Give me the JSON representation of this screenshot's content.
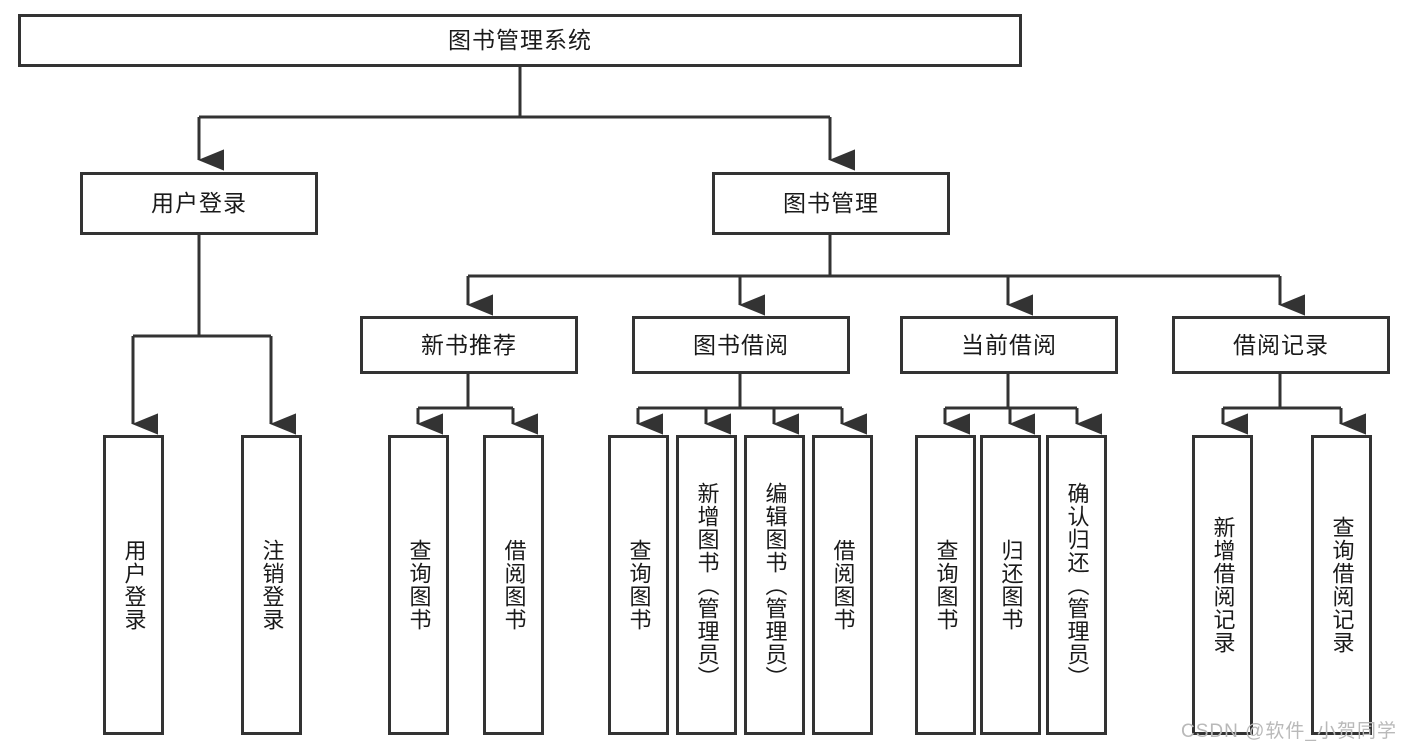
{
  "diagram": {
    "title": "图书管理系统",
    "type": "tree",
    "stroke_color": "#333333",
    "fill_color": "#ffffff",
    "text_color": "#1a1a1a"
  },
  "root": {
    "label": "图书管理系统"
  },
  "level2": [
    {
      "label": "用户登录"
    },
    {
      "label": "图书管理"
    }
  ],
  "level3": [
    {
      "label": "新书推荐"
    },
    {
      "label": "图书借阅"
    },
    {
      "label": "当前借阅"
    },
    {
      "label": "借阅记录"
    }
  ],
  "leaves": {
    "user_login": [
      {
        "label": "用户登录"
      },
      {
        "label": "注销登录"
      }
    ],
    "new_book_recommend": [
      {
        "label": "查询图书"
      },
      {
        "label": "借阅图书"
      }
    ],
    "book_borrow": [
      {
        "label": "查询图书"
      },
      {
        "label": "新增图书（管理员）"
      },
      {
        "label": "编辑图书（管理员）"
      },
      {
        "label": "借阅图书"
      }
    ],
    "current_borrow": [
      {
        "label": "查询图书"
      },
      {
        "label": "归还图书"
      },
      {
        "label": "确认归还（管理员）"
      }
    ],
    "borrow_record": [
      {
        "label": "新增借阅记录"
      },
      {
        "label": "查询借阅记录"
      }
    ]
  },
  "watermark": {
    "text": "CSDN @软件_小贺同学"
  }
}
